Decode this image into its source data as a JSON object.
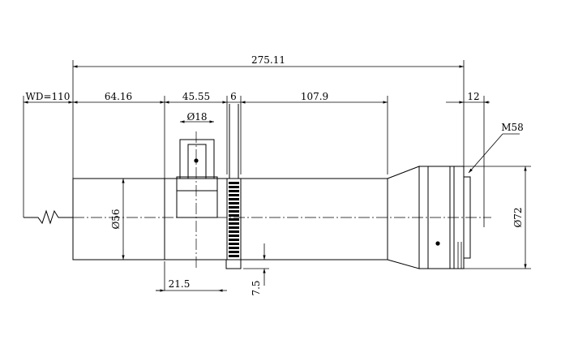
{
  "dimensions": {
    "overall_length": "275.11",
    "working_distance": "WD=110",
    "seg_1": "64.16",
    "seg_2": "45.55",
    "seg_3": "6",
    "seg_4": "107.9",
    "front_length": "12",
    "thread": "M58",
    "port_diameter": "Ø18",
    "body_diameter": "Ø56",
    "front_diameter": "Ø72",
    "port_offset": "21.5",
    "ring_offset": "7.5"
  }
}
